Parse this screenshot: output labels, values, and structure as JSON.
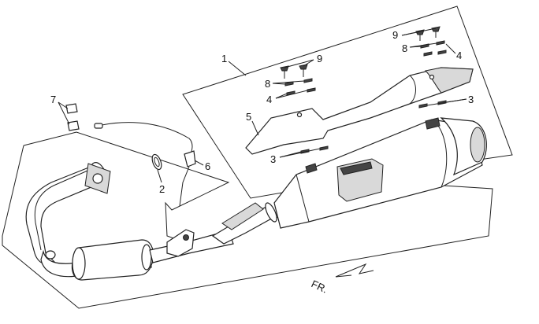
{
  "callouts": {
    "c1": "1",
    "c2": "2",
    "c3a": "3",
    "c3b": "3",
    "c4a": "4",
    "c4b": "4",
    "c5": "5",
    "c6": "6",
    "c7": "7",
    "c8a": "8",
    "c8b": "8",
    "c9a": "9",
    "c9b": "9"
  },
  "direction_label": "FR."
}
